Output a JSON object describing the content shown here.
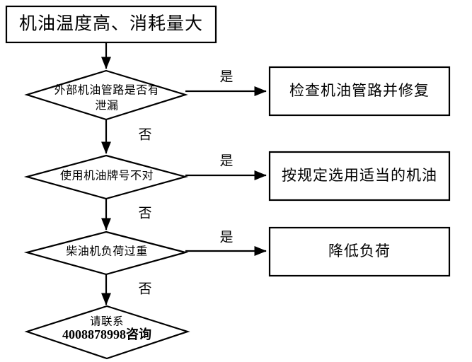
{
  "diagram": {
    "title": "机油温度高、消耗量大",
    "type": "troubleshooting-flowchart",
    "start": {
      "label": "机油温度高、消耗量大",
      "shape": "rectangle"
    },
    "decisions": [
      {
        "id": "decision-1",
        "line1": "外部机油管路是否有",
        "line2": "泄漏",
        "yes_label": "是",
        "no_label": "否",
        "action": "检查机油管路并修复"
      },
      {
        "id": "decision-2",
        "line1": "使用机油牌号不对",
        "line2": "",
        "yes_label": "是",
        "no_label": "否",
        "action": "按规定选用适当的机油"
      },
      {
        "id": "decision-3",
        "line1": "柴油机负荷过重",
        "line2": "",
        "yes_label": "是",
        "no_label": "否",
        "action": "降低负荷"
      }
    ],
    "end": {
      "line1": "请联系",
      "line2": "4008878998咨询",
      "phone": "4008878998",
      "shape": "diamond"
    },
    "colors": {
      "stroke": "#000000",
      "fill": "#ffffff",
      "text": "#000000",
      "background": "#ffffff"
    }
  }
}
